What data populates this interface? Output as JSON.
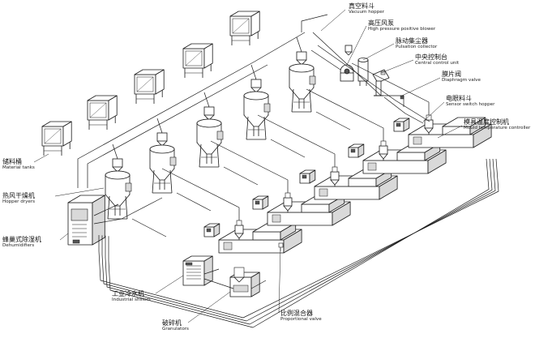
{
  "labels": {
    "vacuum_hopper": {
      "zh": "真空料斗",
      "en": "Vacuum hopper"
    },
    "hp_blower": {
      "zh": "高压风泵",
      "en": "High pressure positive blower"
    },
    "pulsation_collector": {
      "zh": "脉动集尘器",
      "en": "Pulsation collector"
    },
    "central_control": {
      "zh": "中央控制台",
      "en": "Central control unit"
    },
    "diaphragm_valve": {
      "zh": "膜片阀",
      "en": "Diaphragm valve"
    },
    "sensor_hopper": {
      "zh": "电眼料斗",
      "en": "Sensor switch hopper"
    },
    "mould_temp": {
      "zh": "模具温度控制机",
      "en": "Mould temperature controller"
    },
    "material_tanks": {
      "zh": "储料桶",
      "en": "Material tanks"
    },
    "hopper_dryers": {
      "zh": "热风干燥机",
      "en": "Hopper dryers"
    },
    "dehumidifiers": {
      "zh": "蜂巢式除湿机",
      "en": "Dehumidifiers"
    },
    "industrial_chillers": {
      "zh": "工业冷水机",
      "en": "Industrial shillers"
    },
    "granulators": {
      "zh": "破碎机",
      "en": "Granulators"
    },
    "proportional_valve": {
      "zh": "比例混合器",
      "en": "Proportional valve"
    }
  },
  "colors": {
    "line": "#1a1a1a",
    "fill": "#ffffff",
    "shade": "#d9d9d9",
    "dark": "#555555"
  }
}
